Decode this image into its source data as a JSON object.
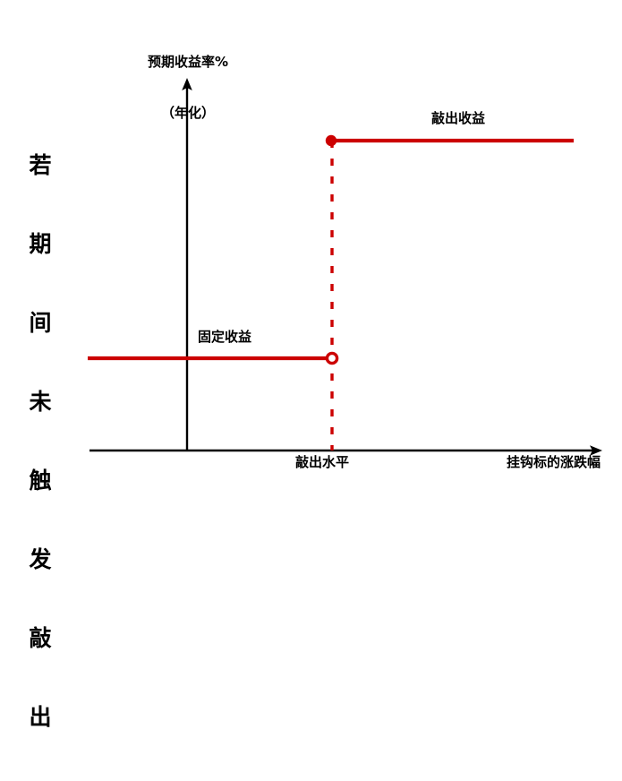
{
  "figure": {
    "background_color": "#ffffff",
    "accent_color": "#cc0000",
    "axis_color": "#000000"
  },
  "scenario_caption": {
    "text": "若期间未触发敲出",
    "characters": [
      "若",
      "期",
      "间",
      "未",
      "触",
      "发",
      "敲",
      "出"
    ],
    "orientation": "vertical"
  },
  "axes": {
    "y_title_line1": "预期收益率%",
    "y_title_line2": "（年化）",
    "x_title": "挂钩标的涨跌幅"
  },
  "annotations": {
    "fixed_return": "固定收益",
    "knockout_return": "敲出收益",
    "knockout_level": "敲出水平"
  },
  "chart_data": {
    "type": "line",
    "title": "",
    "subtitle": "",
    "xlabel": "挂钩标的涨跌幅",
    "ylabel": "预期收益率%（年化）",
    "xlim": [
      -1.35,
      2.45
    ],
    "ylim": [
      0,
      1.0
    ],
    "grid": false,
    "legend": null,
    "axis_arrows": [
      "x-right",
      "y-up"
    ],
    "tick_labels": {
      "x": [
        "敲出水平"
      ],
      "y": []
    },
    "series": [
      {
        "name": "固定收益",
        "style": "solid",
        "color": "#cc0000",
        "points": [
          [
            -1.35,
            0.262
          ],
          [
            0.0,
            0.262
          ]
        ],
        "end_marker": "open-circle",
        "label": "固定收益"
      },
      {
        "name": "敲出收益",
        "style": "solid",
        "color": "#cc0000",
        "points": [
          [
            0.0,
            0.852
          ],
          [
            2.28,
            0.852
          ]
        ],
        "start_marker": "filled-circle",
        "label": "敲出收益"
      },
      {
        "name": "敲出水平",
        "style": "dashed",
        "color": "#cc0000",
        "points": [
          [
            0.0,
            0.852
          ],
          [
            0.0,
            0.0
          ]
        ],
        "label": "敲出水平"
      }
    ]
  }
}
